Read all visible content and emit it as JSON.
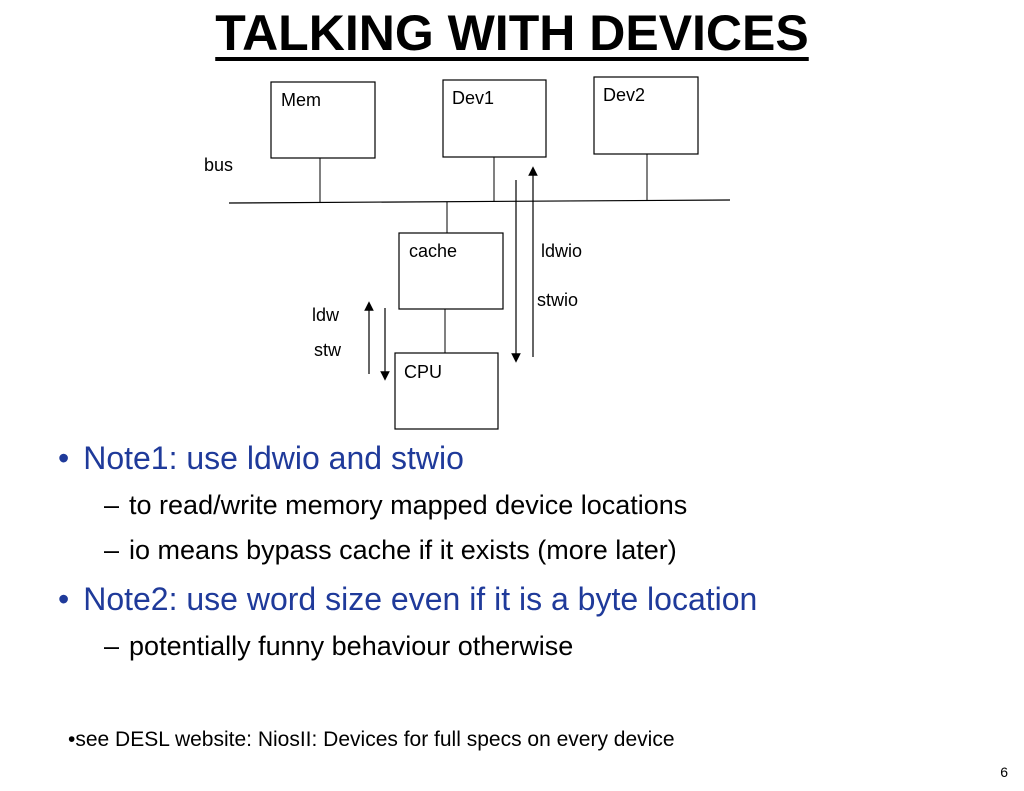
{
  "title": "TALKING WITH DEVICES",
  "diagram": {
    "boxes": {
      "mem": "Mem",
      "dev1": "Dev1",
      "dev2": "Dev2",
      "cache": "cache",
      "cpu": "CPU"
    },
    "labels": {
      "bus": "bus",
      "ldwio": "ldwio",
      "stwio": "stwio",
      "ldw": "ldw",
      "stw": "stw"
    }
  },
  "notes": [
    {
      "text": "Note1: use ldwio and stwio",
      "subs": [
        "to read/write memory mapped device locations",
        "io means bypass cache if it exists (more later)"
      ]
    },
    {
      "text": "Note2: use word size even if it is a byte location",
      "subs": [
        "potentially funny behaviour otherwise"
      ]
    }
  ],
  "footer": "•see DESL website: NiosII: Devices for full specs on every device",
  "page_number": "6",
  "colors": {
    "bullet_text": "#1f3a9a",
    "text": "#000000"
  }
}
